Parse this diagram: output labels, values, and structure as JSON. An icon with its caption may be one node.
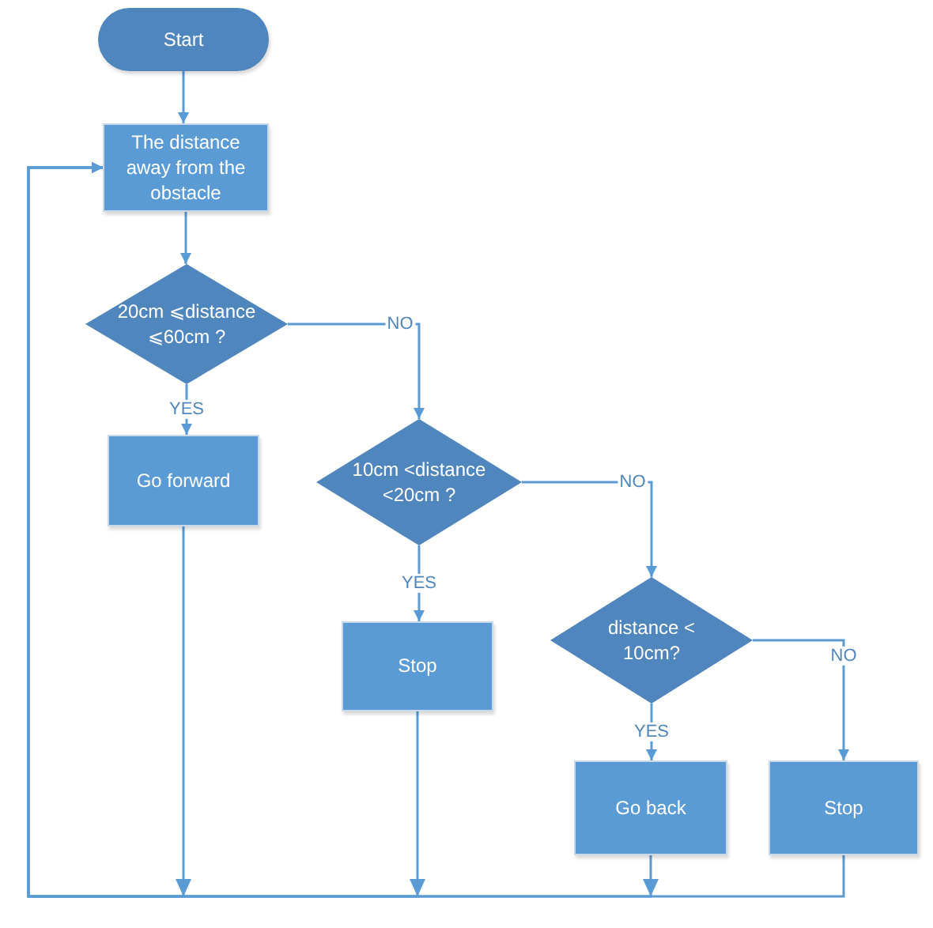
{
  "diagram": {
    "nodes": [
      {
        "text": [
          "Start"
        ]
      },
      {
        "text": [
          "The distance away from the obstacle"
        ]
      },
      {
        "text": [
          "20cm ⩽distance ⩽60cm ?"
        ]
      },
      {
        "text": [
          "Go forward"
        ]
      },
      {
        "text": [
          "10cm <distance <20cm ?"
        ]
      },
      {
        "text": [
          "Stop"
        ]
      },
      {
        "text": [
          "distance < 10cm?"
        ]
      },
      {
        "text": [
          "Go back"
        ]
      },
      {
        "text": [
          "Stop"
        ]
      }
    ],
    "edges": [
      {
        "from": 0,
        "to": 1,
        "arrow": "to"
      },
      {
        "from": 1,
        "to": 2,
        "arrow": "to"
      },
      {
        "from": 2,
        "to": 3,
        "arrow": "to",
        "label": "YES"
      },
      {
        "from": 2,
        "to": 4,
        "arrow": "to",
        "label": "NO"
      },
      {
        "from": 4,
        "to": 5,
        "arrow": "to",
        "label": "YES"
      },
      {
        "from": 4,
        "to": 6,
        "arrow": "to",
        "label": "NO"
      },
      {
        "from": 6,
        "to": 7,
        "arrow": "to",
        "label": "YES"
      },
      {
        "from": 6,
        "to": 8,
        "arrow": "to",
        "label": "NO"
      },
      {
        "from": 3,
        "to": 1,
        "arrow": "to"
      },
      {
        "from": 5,
        "to": 1,
        "arrow": "to"
      },
      {
        "from": 7,
        "to": 1,
        "arrow": "to"
      },
      {
        "from": 8,
        "to": 1,
        "arrow": "to"
      }
    ]
  }
}
